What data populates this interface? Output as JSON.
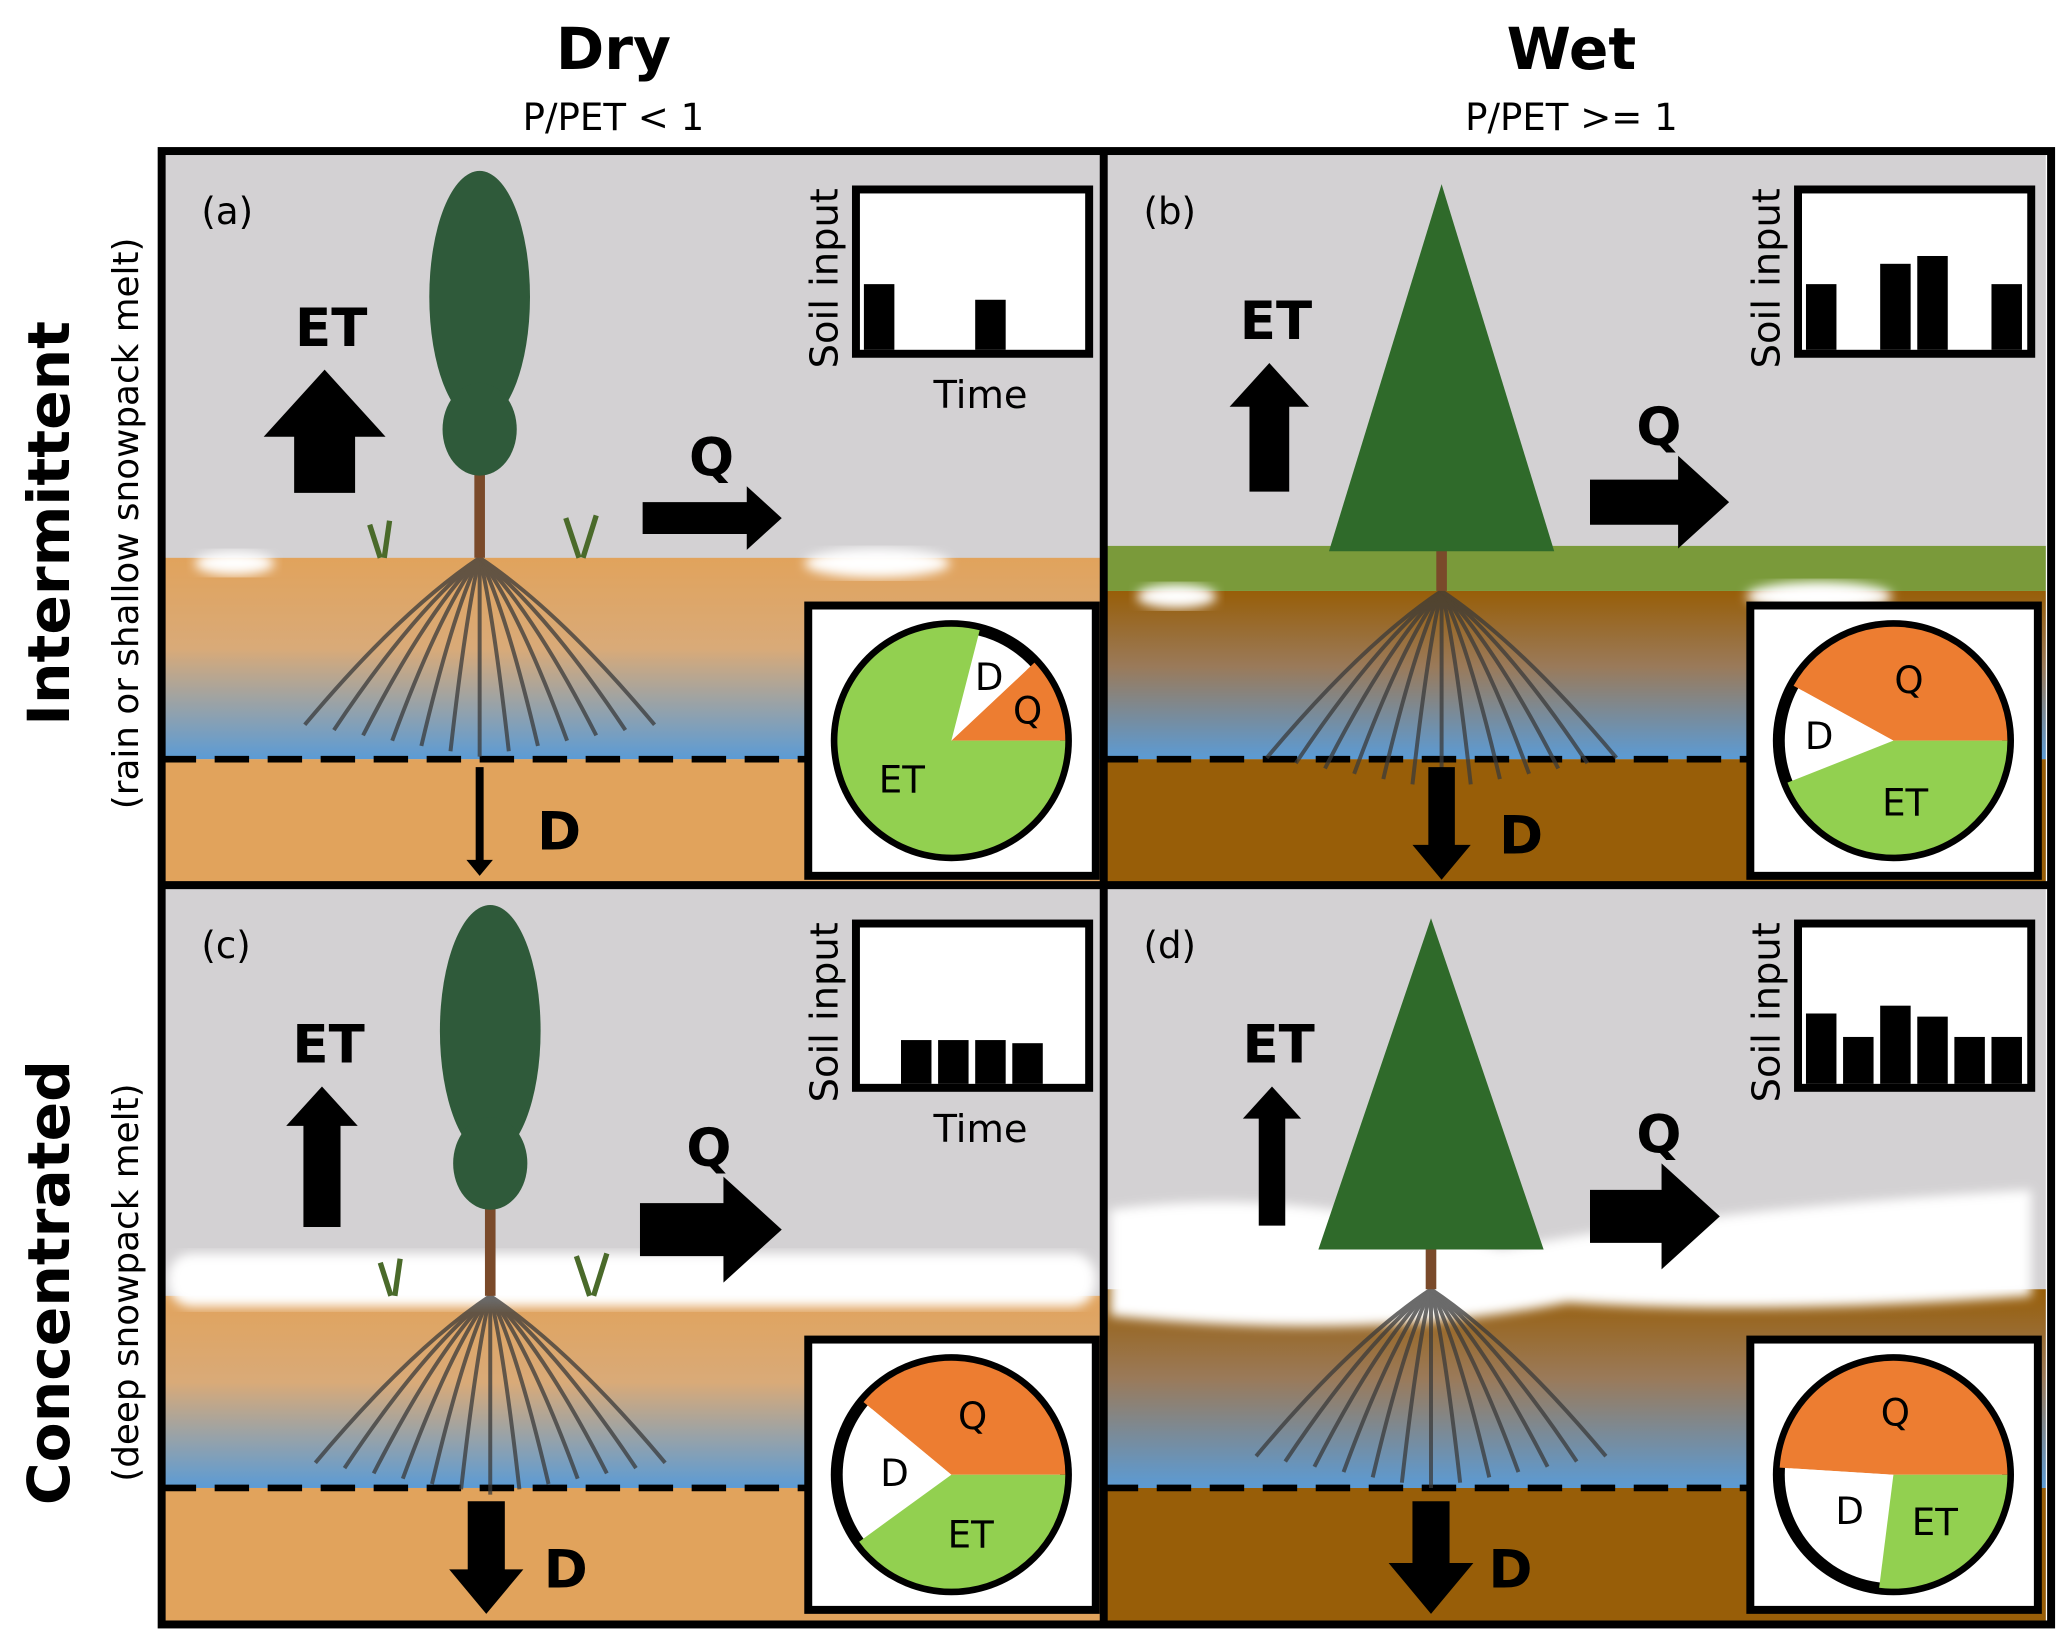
{
  "columns": [
    {
      "title": "Dry",
      "subtitle": "P/PET < 1"
    },
    {
      "title": "Wet",
      "subtitle": "P/PET >= 1"
    }
  ],
  "rows": [
    {
      "title": "Intermittent",
      "subtitle": "(rain or shallow snowpack melt)"
    },
    {
      "title": "Concentrated",
      "subtitle": "(deep snowpack melt)"
    }
  ],
  "flux_labels": {
    "et": "ET",
    "q": "Q",
    "d": "D"
  },
  "inset_axis": {
    "ylabel": "Soil input",
    "xlabel": "Time"
  },
  "colors": {
    "sky": "#d3d1d3",
    "dry_soil": "#e1a35c",
    "wet_soil": "#985e08",
    "groundwater_blue": "#5b9bd5",
    "et_green": "#92d050",
    "q_orange": "#ed7d31",
    "d_white": "#ffffff",
    "snow": "#ffffff",
    "grass": "#7a9a3a"
  },
  "panels": [
    {
      "label": "(a)",
      "climate": "dry",
      "input": "intermittent",
      "show_time_label": true,
      "soil_input_bars": [
        0.42,
        0,
        0,
        0.32,
        0,
        0
      ],
      "pie": {
        "et": 0.79,
        "q": 0.12,
        "d": 0.09
      }
    },
    {
      "label": "(b)",
      "climate": "wet",
      "input": "intermittent",
      "show_time_label": false,
      "soil_input_bars": [
        0.42,
        0,
        0.55,
        0.6,
        0,
        0.42
      ],
      "pie": {
        "et": 0.44,
        "q": 0.42,
        "d": 0.14
      }
    },
    {
      "label": "(c)",
      "climate": "dry",
      "input": "concentrated",
      "show_time_label": true,
      "soil_input_bars": [
        0,
        0.28,
        0.28,
        0.28,
        0.26,
        0
      ],
      "pie": {
        "et": 0.4,
        "q": 0.39,
        "d": 0.21
      }
    },
    {
      "label": "(d)",
      "climate": "wet",
      "input": "concentrated",
      "show_time_label": false,
      "soil_input_bars": [
        0.45,
        0.3,
        0.5,
        0.43,
        0.3,
        0.3
      ],
      "pie": {
        "et": 0.27,
        "q": 0.49,
        "d": 0.24
      }
    }
  ]
}
